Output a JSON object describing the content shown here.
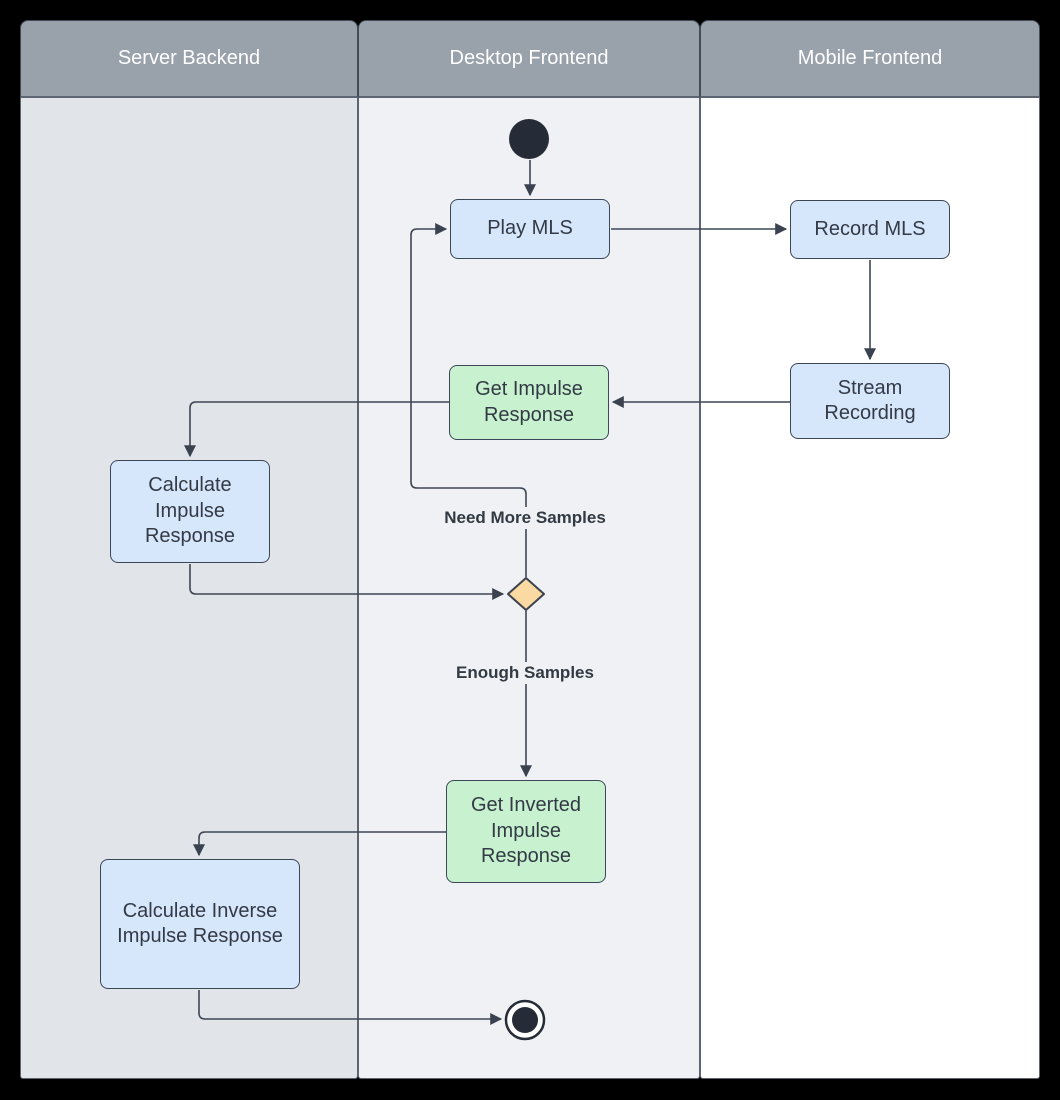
{
  "diagram": {
    "type": "activity-swimlane",
    "lanes": [
      {
        "title": "Server Backend"
      },
      {
        "title": "Desktop Frontend"
      },
      {
        "title": "Mobile Frontend"
      }
    ],
    "nodes": {
      "start": {
        "kind": "initial-node",
        "lane": "Desktop Frontend"
      },
      "play_mls": {
        "kind": "action",
        "label": "Play MLS",
        "lane": "Desktop Frontend",
        "fill": "blue"
      },
      "record_mls": {
        "kind": "action",
        "label": "Record MLS",
        "lane": "Mobile Frontend",
        "fill": "blue"
      },
      "stream_rec": {
        "kind": "action",
        "label": "Stream Recording",
        "lane": "Mobile Frontend",
        "fill": "blue"
      },
      "get_impulse": {
        "kind": "action",
        "label": "Get Impulse Response",
        "lane": "Desktop Frontend",
        "fill": "green"
      },
      "calc_impulse": {
        "kind": "action",
        "label": "Calculate Impulse Response",
        "lane": "Server Backend",
        "fill": "blue"
      },
      "decision": {
        "kind": "decision-diamond",
        "lane": "Desktop Frontend",
        "fill": "orange"
      },
      "get_inverted": {
        "kind": "action",
        "label": "Get Inverted Impulse Response",
        "lane": "Desktop Frontend",
        "fill": "green"
      },
      "calc_inverse": {
        "kind": "action",
        "label": "Calculate Inverse Impulse Response",
        "lane": "Server Backend",
        "fill": "blue"
      },
      "end": {
        "kind": "final-node",
        "lane": "Desktop Frontend"
      }
    },
    "edges": [
      {
        "from": "start",
        "to": "play_mls"
      },
      {
        "from": "play_mls",
        "to": "record_mls"
      },
      {
        "from": "record_mls",
        "to": "stream_rec"
      },
      {
        "from": "stream_rec",
        "to": "get_impulse"
      },
      {
        "from": "get_impulse",
        "to": "calc_impulse"
      },
      {
        "from": "calc_impulse",
        "to": "decision"
      },
      {
        "from": "decision",
        "to": "play_mls",
        "label": "Need More Samples"
      },
      {
        "from": "decision",
        "to": "get_inverted",
        "label": "Enough Samples"
      },
      {
        "from": "get_inverted",
        "to": "calc_inverse"
      },
      {
        "from": "calc_inverse",
        "to": "end"
      }
    ],
    "colors": {
      "page_background": "#000000",
      "lane_header": "#99a1ab",
      "lane_header_text": "#ffffff",
      "lane_server_bg": "#e1e4e9",
      "lane_desktop_bg": "#eff1f4",
      "lane_mobile_bg": "#ffffff",
      "action_blue": "#d6e6fb",
      "action_green": "#c8f2cf",
      "decision_orange": "#fbd9a2",
      "node_stroke": "#3c4757",
      "edge_stroke": "#3e4654",
      "node_text": "#333a46",
      "terminal_node": "#262c37"
    }
  }
}
